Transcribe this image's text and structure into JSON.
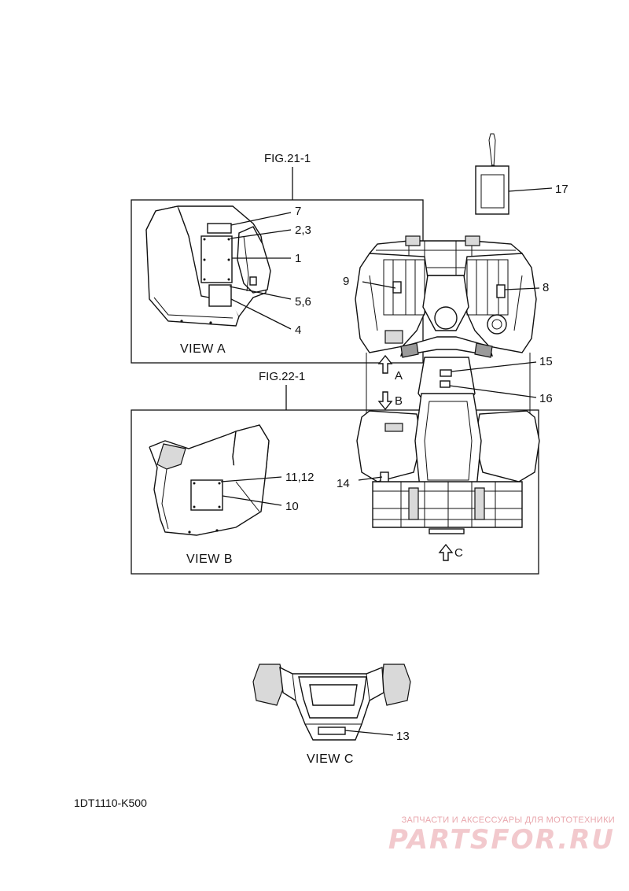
{
  "figures": {
    "fig21": "FIG.21-1",
    "fig22": "FIG.22-1"
  },
  "views": {
    "a": "VIEW A",
    "b": "VIEW B",
    "c": "VIEW C"
  },
  "callouts": {
    "c1": "1",
    "c23": "2,3",
    "c4": "4",
    "c56": "5,6",
    "c7": "7",
    "c8": "8",
    "c9": "9",
    "c10": "10",
    "c1112": "11,12",
    "c13": "13",
    "c14": "14",
    "c15": "15",
    "c16": "16",
    "c17": "17"
  },
  "arrows": {
    "a": "A",
    "b": "B",
    "c": "C"
  },
  "part_code": "1DT1110-K500",
  "watermark": {
    "tagline": "ЗАПЧАСТИ И АКСЕССУАРЫ ДЛЯ МОТОТЕХНИКИ",
    "logo": "PARTSFOR.RU"
  },
  "colors": {
    "ink": "#111111",
    "watermark": "#f2c9cd"
  }
}
